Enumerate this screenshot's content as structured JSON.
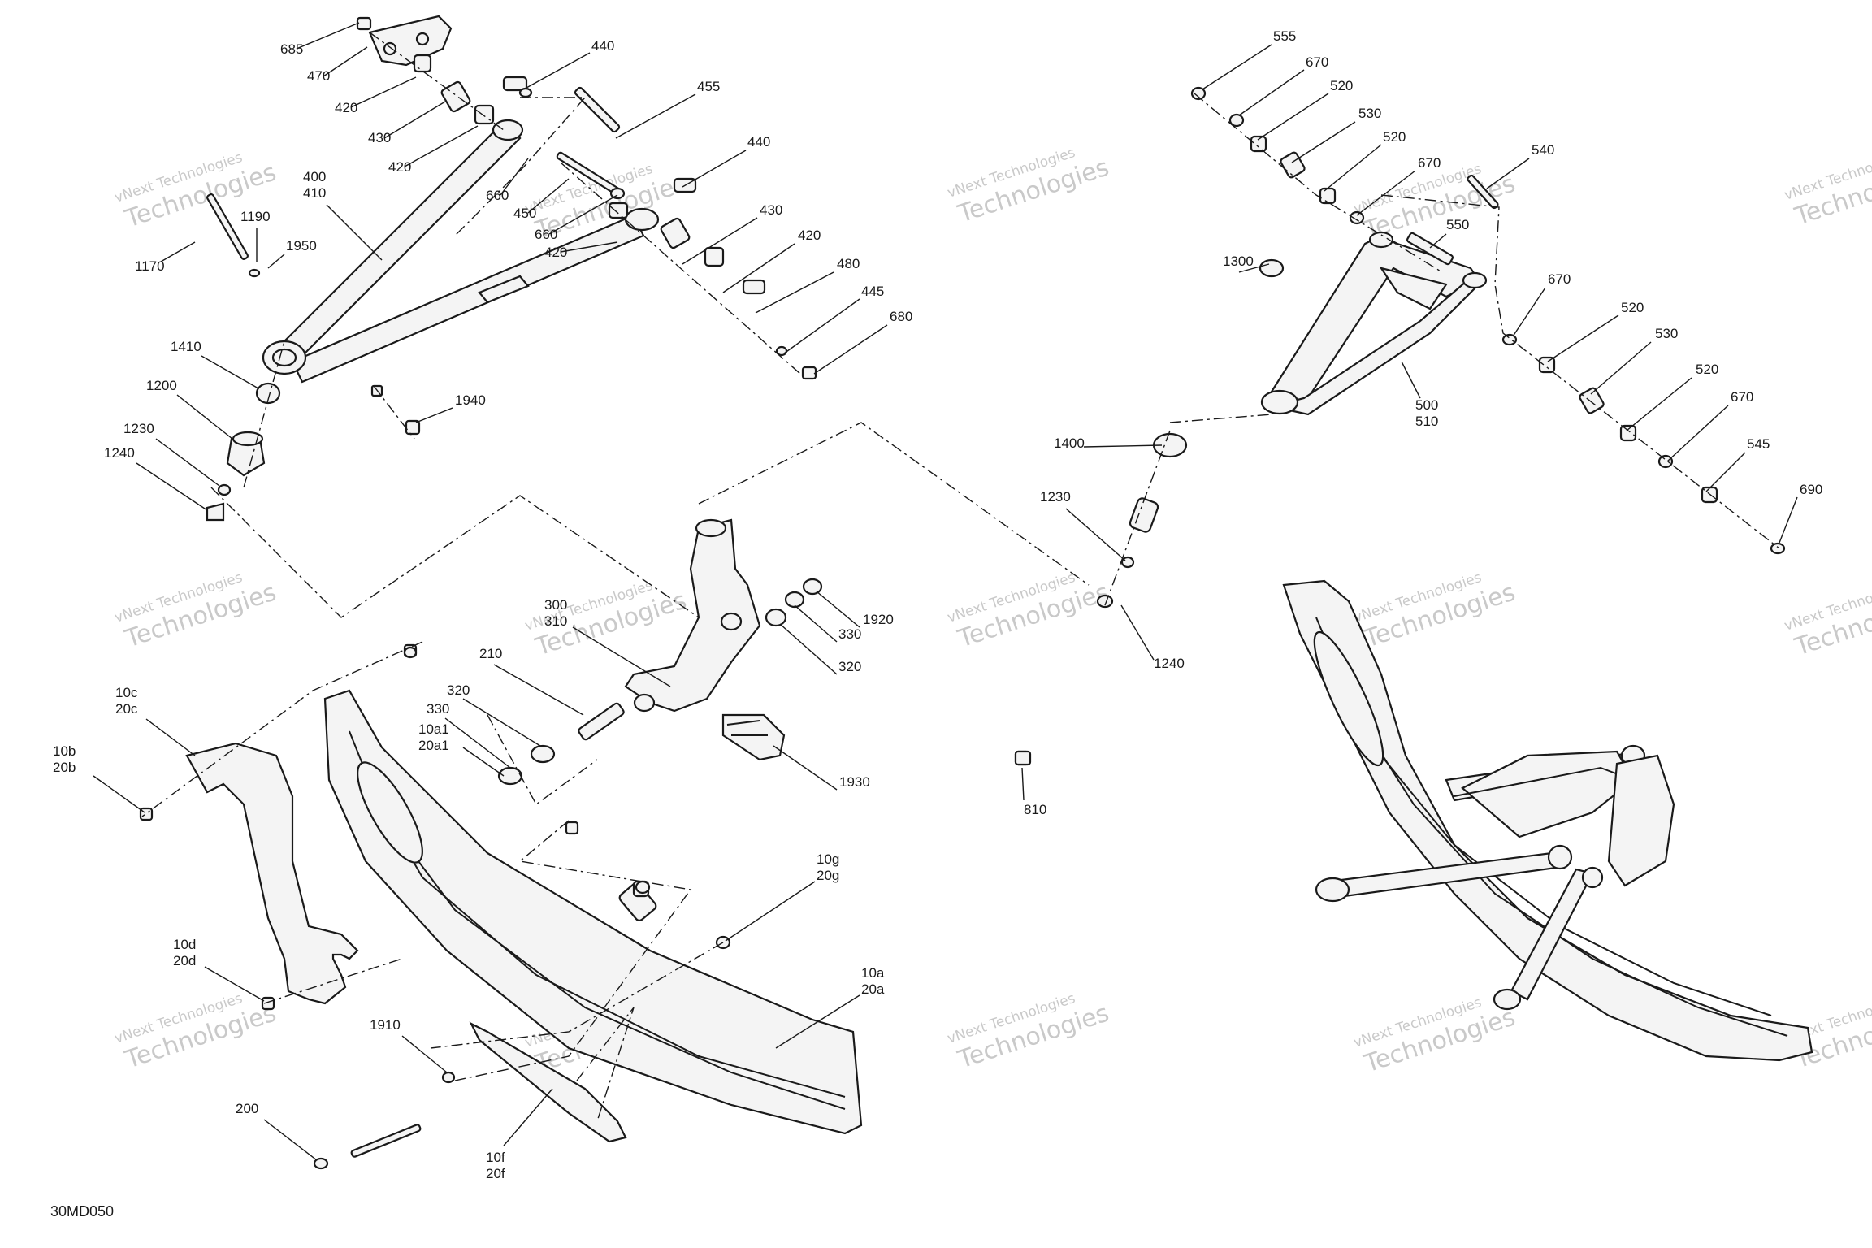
{
  "diagram": {
    "code": "30MD050",
    "watermark": {
      "line1": "vNext Technologies",
      "line2": "Technologies"
    },
    "callouts": [
      {
        "id": "c685",
        "lines": [
          "685"
        ]
      },
      {
        "id": "c470",
        "lines": [
          "470"
        ]
      },
      {
        "id": "c420a",
        "lines": [
          "420"
        ]
      },
      {
        "id": "c430a",
        "lines": [
          "430"
        ]
      },
      {
        "id": "c420b",
        "lines": [
          "420"
        ]
      },
      {
        "id": "c440a",
        "lines": [
          "440"
        ]
      },
      {
        "id": "c455",
        "lines": [
          "455"
        ]
      },
      {
        "id": "c440b",
        "lines": [
          "440"
        ]
      },
      {
        "id": "c660a",
        "lines": [
          "660"
        ]
      },
      {
        "id": "c450",
        "lines": [
          "450"
        ]
      },
      {
        "id": "c660b",
        "lines": [
          "660"
        ]
      },
      {
        "id": "c420c",
        "lines": [
          "420"
        ]
      },
      {
        "id": "c430b",
        "lines": [
          "430"
        ]
      },
      {
        "id": "c420d",
        "lines": [
          "420"
        ]
      },
      {
        "id": "c480",
        "lines": [
          "480"
        ]
      },
      {
        "id": "c445",
        "lines": [
          "445"
        ]
      },
      {
        "id": "c680",
        "lines": [
          "680"
        ]
      },
      {
        "id": "c400",
        "lines": [
          "400",
          "410"
        ]
      },
      {
        "id": "c1190",
        "lines": [
          "1190"
        ]
      },
      {
        "id": "c1950",
        "lines": [
          "1950"
        ]
      },
      {
        "id": "c1170",
        "lines": [
          "1170"
        ]
      },
      {
        "id": "c1410",
        "lines": [
          "1410"
        ]
      },
      {
        "id": "c1200",
        "lines": [
          "1200"
        ]
      },
      {
        "id": "c1230a",
        "lines": [
          "1230"
        ]
      },
      {
        "id": "c1240a",
        "lines": [
          "1240"
        ]
      },
      {
        "id": "c1940",
        "lines": [
          "1940"
        ]
      },
      {
        "id": "c300",
        "lines": [
          "300",
          "310"
        ]
      },
      {
        "id": "c1920",
        "lines": [
          "1920"
        ]
      },
      {
        "id": "c330a",
        "lines": [
          "330"
        ]
      },
      {
        "id": "c320a",
        "lines": [
          "320"
        ]
      },
      {
        "id": "c210",
        "lines": [
          "210"
        ]
      },
      {
        "id": "c320b",
        "lines": [
          "320"
        ]
      },
      {
        "id": "c330b",
        "lines": [
          "330"
        ]
      },
      {
        "id": "c10a1",
        "lines": [
          "10a1",
          "20a1"
        ]
      },
      {
        "id": "c1930",
        "lines": [
          "1930"
        ]
      },
      {
        "id": "c10c",
        "lines": [
          "10c",
          "20c"
        ]
      },
      {
        "id": "c10b",
        "lines": [
          "10b",
          "20b"
        ]
      },
      {
        "id": "c10d",
        "lines": [
          "10d",
          "20d"
        ]
      },
      {
        "id": "c10g",
        "lines": [
          "10g",
          "20g"
        ]
      },
      {
        "id": "c10a",
        "lines": [
          "10a",
          "20a"
        ]
      },
      {
        "id": "c1910",
        "lines": [
          "1910"
        ]
      },
      {
        "id": "c200",
        "lines": [
          "200"
        ]
      },
      {
        "id": "c10f",
        "lines": [
          "10f",
          "20f"
        ]
      },
      {
        "id": "c555",
        "lines": [
          "555"
        ]
      },
      {
        "id": "c670a",
        "lines": [
          "670"
        ]
      },
      {
        "id": "c520a",
        "lines": [
          "520"
        ]
      },
      {
        "id": "c530a",
        "lines": [
          "530"
        ]
      },
      {
        "id": "c520b",
        "lines": [
          "520"
        ]
      },
      {
        "id": "c670b",
        "lines": [
          "670"
        ]
      },
      {
        "id": "c540",
        "lines": [
          "540"
        ]
      },
      {
        "id": "c550",
        "lines": [
          "550"
        ]
      },
      {
        "id": "c1300",
        "lines": [
          "1300"
        ]
      },
      {
        "id": "c670c",
        "lines": [
          "670"
        ]
      },
      {
        "id": "c520c",
        "lines": [
          "520"
        ]
      },
      {
        "id": "c530b",
        "lines": [
          "530"
        ]
      },
      {
        "id": "c520d",
        "lines": [
          "520"
        ]
      },
      {
        "id": "c670d",
        "lines": [
          "670"
        ]
      },
      {
        "id": "c500",
        "lines": [
          "500",
          "510"
        ]
      },
      {
        "id": "c545",
        "lines": [
          "545"
        ]
      },
      {
        "id": "c690",
        "lines": [
          "690"
        ]
      },
      {
        "id": "c1400",
        "lines": [
          "1400"
        ]
      },
      {
        "id": "c1230b",
        "lines": [
          "1230"
        ]
      },
      {
        "id": "c1240b",
        "lines": [
          "1240"
        ]
      },
      {
        "id": "c810",
        "lines": [
          "810"
        ]
      }
    ]
  }
}
